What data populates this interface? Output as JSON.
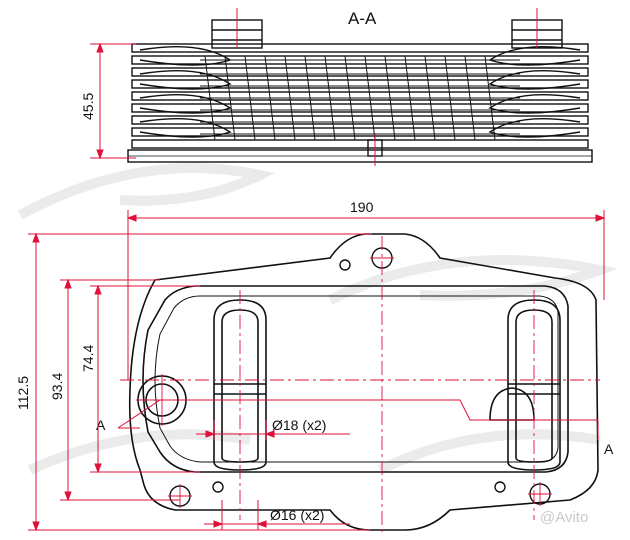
{
  "section_label": "A-A",
  "dimensions": {
    "height_side": "45.5",
    "width_total": "190",
    "height_total": "112.5",
    "height_mid": "93.4",
    "height_inner": "74.4",
    "port_large": "Ø18 (x2)",
    "port_small": "Ø16 (x2)"
  },
  "section_marks": {
    "left": "A",
    "right": "A"
  },
  "watermark": "@Avito",
  "colors": {
    "outline": "#111111",
    "dimension": "#e0103a",
    "watermark": "#c9c9c9"
  }
}
